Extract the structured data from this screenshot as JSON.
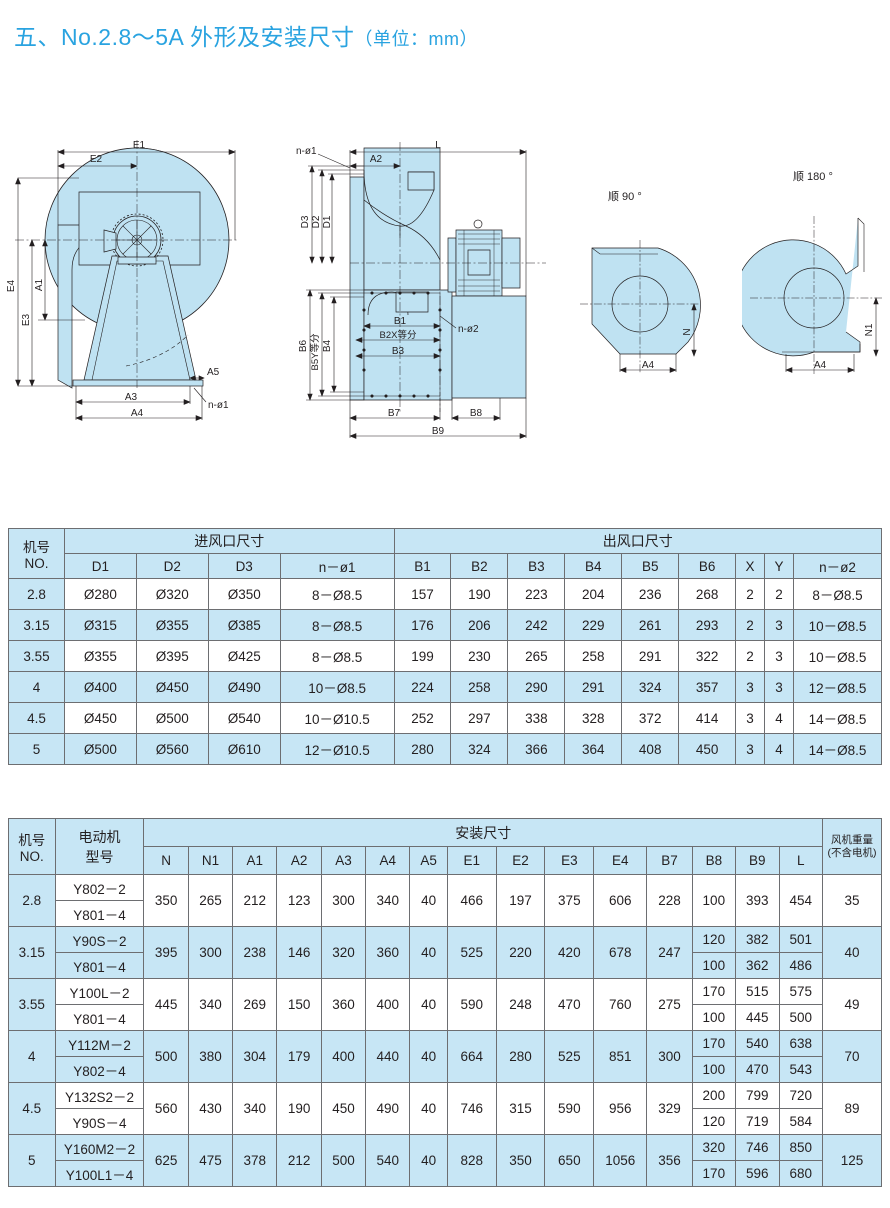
{
  "title": {
    "main": "五、No.2.8～5A 外形及安装尺寸",
    "unit": "（单位：mm）"
  },
  "drawings": {
    "view1_labels": [
      "E1",
      "E2",
      "E4",
      "A1",
      "E3",
      "A5",
      "A3",
      "A4",
      "n-ø1"
    ],
    "view2_labels": [
      "L",
      "A2",
      "n-ø1",
      "D3",
      "D2",
      "D1",
      "B6",
      "B5Y等分",
      "B4",
      "B1",
      "B2X等分",
      "B3",
      "n-ø2",
      "B7",
      "B8",
      "B9"
    ],
    "view3_caption": "顺 90 °",
    "view3_labels": [
      "N",
      "A4"
    ],
    "view4_caption": "顺 180 °",
    "view4_labels": [
      "N1",
      "A4"
    ]
  },
  "table1": {
    "group_no": "机号\nNO.",
    "group_no_l1": "机号",
    "group_no_l2": "NO.",
    "group_inlet": "进风口尺寸",
    "group_outlet": "出风口尺寸",
    "columns": [
      "D1",
      "D2",
      "D3",
      "n－ø1",
      "B1",
      "B2",
      "B3",
      "B4",
      "B5",
      "B6",
      "X",
      "Y",
      "n－ø2"
    ],
    "rows": [
      {
        "no": "2.8",
        "cells": [
          "Ø280",
          "Ø320",
          "Ø350",
          "8－Ø8.5",
          "157",
          "190",
          "223",
          "204",
          "236",
          "268",
          "2",
          "2",
          "8－Ø8.5"
        ]
      },
      {
        "no": "3.15",
        "cells": [
          "Ø315",
          "Ø355",
          "Ø385",
          "8－Ø8.5",
          "176",
          "206",
          "242",
          "229",
          "261",
          "293",
          "2",
          "3",
          "10－Ø8.5"
        ]
      },
      {
        "no": "3.55",
        "cells": [
          "Ø355",
          "Ø395",
          "Ø425",
          "8－Ø8.5",
          "199",
          "230",
          "265",
          "258",
          "291",
          "322",
          "2",
          "3",
          "10－Ø8.5"
        ]
      },
      {
        "no": "4",
        "cells": [
          "Ø400",
          "Ø450",
          "Ø490",
          "10－Ø8.5",
          "224",
          "258",
          "290",
          "291",
          "324",
          "357",
          "3",
          "3",
          "12－Ø8.5"
        ]
      },
      {
        "no": "4.5",
        "cells": [
          "Ø450",
          "Ø500",
          "Ø540",
          "10－Ø10.5",
          "252",
          "297",
          "338",
          "328",
          "372",
          "414",
          "3",
          "4",
          "14－Ø8.5"
        ]
      },
      {
        "no": "5",
        "cells": [
          "Ø500",
          "Ø560",
          "Ø610",
          "12－Ø10.5",
          "280",
          "324",
          "366",
          "364",
          "408",
          "450",
          "3",
          "4",
          "14－Ø8.5"
        ]
      }
    ]
  },
  "table2": {
    "group_no_l1": "机号",
    "group_no_l2": "NO.",
    "group_motor_l1": "电动机",
    "group_motor_l2": "型号",
    "group_install": "安装尺寸",
    "group_weight_l1": "风机重量",
    "group_weight_l2": "(不含电机)",
    "columns": [
      "N",
      "N1",
      "A1",
      "A2",
      "A3",
      "A4",
      "A5",
      "E1",
      "E2",
      "E3",
      "E4",
      "B7",
      "B8",
      "B9",
      "L"
    ],
    "rows": [
      {
        "no": "2.8",
        "motors": [
          "Y802－2",
          "Y801－4"
        ],
        "shared": [
          "350",
          "265",
          "212",
          "123",
          "300",
          "340",
          "40",
          "466",
          "197",
          "375",
          "606",
          "228"
        ],
        "split_shared": true,
        "b8": [
          "100"
        ],
        "b9": [
          "393"
        ],
        "l": [
          "454"
        ],
        "weight": "35"
      },
      {
        "no": "3.15",
        "motors": [
          "Y90S－2",
          "Y801－4"
        ],
        "shared": [
          "395",
          "300",
          "238",
          "146",
          "320",
          "360",
          "40",
          "525",
          "220",
          "420",
          "678",
          "247"
        ],
        "split_shared": false,
        "b8": [
          "120",
          "100"
        ],
        "b9": [
          "382",
          "362"
        ],
        "l": [
          "501",
          "486"
        ],
        "weight": "40"
      },
      {
        "no": "3.55",
        "motors": [
          "Y100L－2",
          "Y801－4"
        ],
        "shared": [
          "445",
          "340",
          "269",
          "150",
          "360",
          "400",
          "40",
          "590",
          "248",
          "470",
          "760",
          "275"
        ],
        "split_shared": false,
        "b8": [
          "170",
          "100"
        ],
        "b9": [
          "515",
          "445"
        ],
        "l": [
          "575",
          "500"
        ],
        "weight": "49"
      },
      {
        "no": "4",
        "motors": [
          "Y112M－2",
          "Y802－4"
        ],
        "shared": [
          "500",
          "380",
          "304",
          "179",
          "400",
          "440",
          "40",
          "664",
          "280",
          "525",
          "851",
          "300"
        ],
        "split_shared": false,
        "b8": [
          "170",
          "100"
        ],
        "b9": [
          "540",
          "470"
        ],
        "l": [
          "638",
          "543"
        ],
        "weight": "70"
      },
      {
        "no": "4.5",
        "motors": [
          "Y132S2－2",
          "Y90S－4"
        ],
        "shared": [
          "560",
          "430",
          "340",
          "190",
          "450",
          "490",
          "40",
          "746",
          "315",
          "590",
          "956",
          "329"
        ],
        "split_shared": false,
        "b8": [
          "200",
          "120"
        ],
        "b9": [
          "799",
          "719"
        ],
        "l": [
          "720",
          "584"
        ],
        "weight": "89"
      },
      {
        "no": "5",
        "motors": [
          "Y160M2－2",
          "Y100L1－4"
        ],
        "shared": [
          "625",
          "475",
          "378",
          "212",
          "500",
          "540",
          "40",
          "828",
          "350",
          "650",
          "1056",
          "356"
        ],
        "split_shared": false,
        "b8": [
          "320",
          "170"
        ],
        "b9": [
          "746",
          "596"
        ],
        "l": [
          "850",
          "680"
        ],
        "weight": "125"
      }
    ]
  },
  "colors": {
    "title": "#29a3e0",
    "header_fill": "#c7e6f5",
    "row_fill": "#c7e6f5",
    "border": "#6d6e71",
    "drawing_fill": "#bfe2f2",
    "drawing_line": "#231f20"
  }
}
